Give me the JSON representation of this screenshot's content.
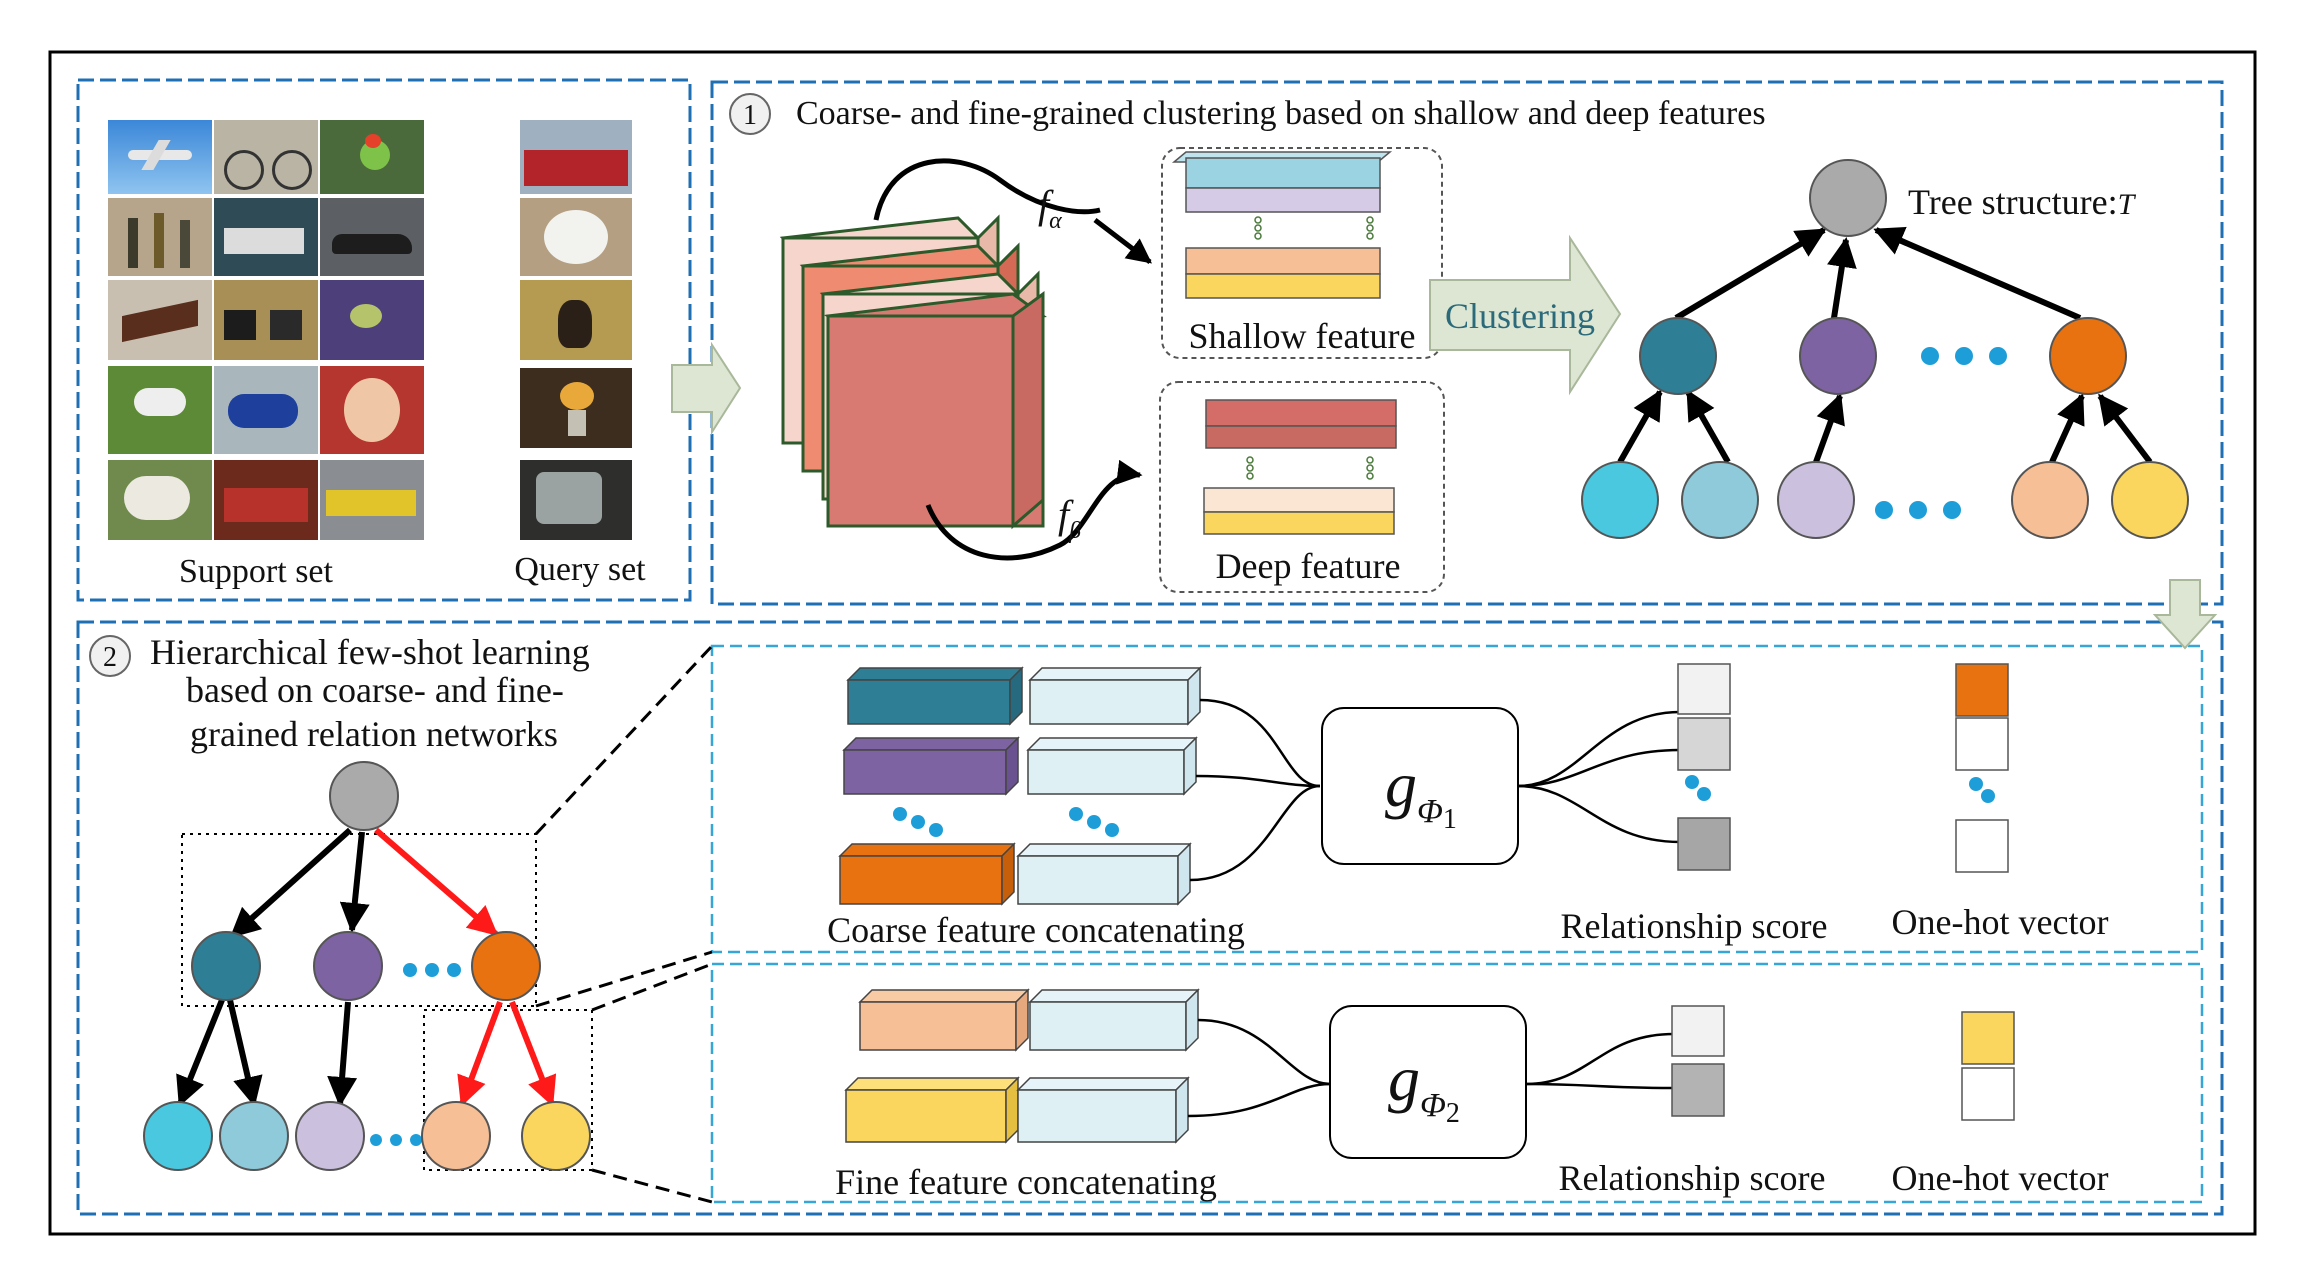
{
  "panel_support": {
    "support_label": "Support set",
    "query_label": "Query set"
  },
  "step1": {
    "number": "1",
    "title": "Coarse- and fine-grained clustering based on shallow and deep features",
    "f_alpha_main": "f",
    "f_alpha_sub": "α",
    "f_beta_main": "f",
    "f_beta_sub": "β",
    "shallow_label": "Shallow feature",
    "deep_label": "Deep feature",
    "clustering_label": "Clustering",
    "tree_label": "Tree structure:",
    "tree_symbol": "T"
  },
  "step2": {
    "number": "2",
    "title_line1": "Hierarchical few-shot learning",
    "title_line2": "based on coarse- and fine-",
    "title_line3": "grained relation networks",
    "coarse_label": "Coarse feature concatenating",
    "fine_label": "Fine feature concatenating",
    "g1_main": "g",
    "g1_sub": "Φ",
    "g1_idx": "1",
    "g2_main": "g",
    "g2_sub": "Φ",
    "g2_idx": "2",
    "score_label_1": "Relationship score",
    "score_label_2": "Relationship score",
    "onehot_label_1": "One-hot vector",
    "onehot_label_2": "One-hot vector"
  },
  "colors": {
    "teal": "#2e7f96",
    "purple": "#7d63a2",
    "orange": "#e8720f",
    "cyan": "#49c8e0",
    "lightblue": "#8ecad9",
    "lavender": "#cbc0de",
    "peach": "#f6bf95",
    "yellow": "#fbd65e",
    "gray": "#aaaaaa",
    "dashed_blue": "#1f6fb5",
    "light_dashed": "#36a6d6",
    "cube_red": "#d97a72",
    "arrow_red": "#ff1a1a"
  }
}
